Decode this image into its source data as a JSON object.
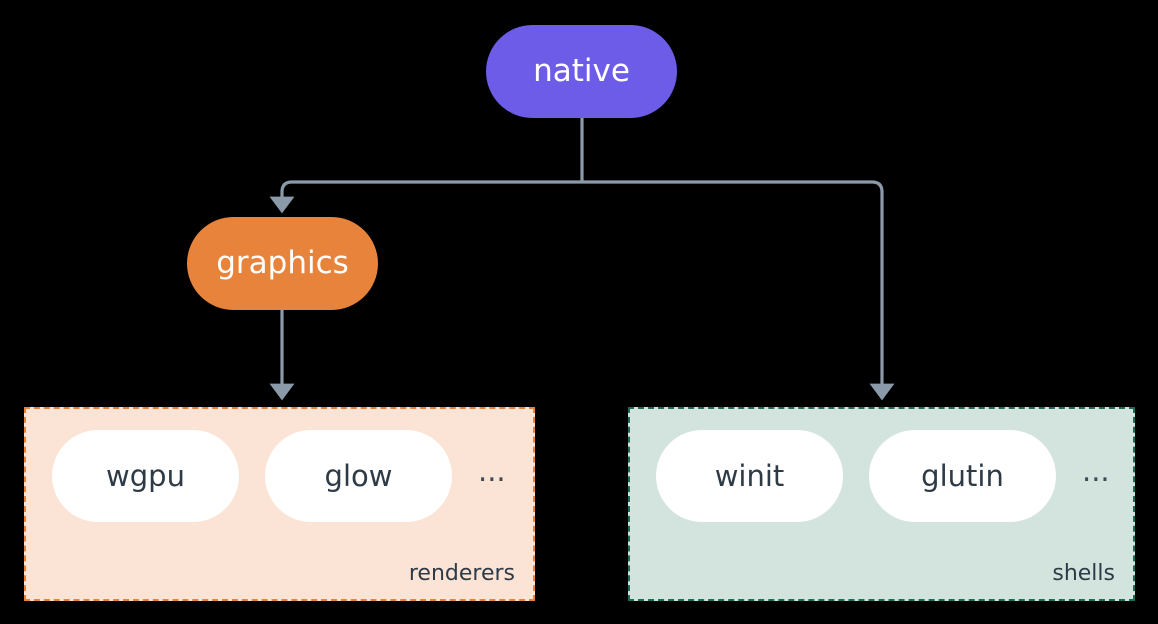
{
  "diagram": {
    "title": "native",
    "type": "flowchart",
    "direction": "top-down",
    "colors": {
      "background": "#000000",
      "native_fill": "#6c5ce7",
      "graphics_fill": "#e8833c",
      "renderers_cluster_fill": "#fbe4d5",
      "renderers_cluster_border": "#e8833c",
      "shells_cluster_fill": "#d3e4de",
      "shells_cluster_border": "#1e6b5a",
      "leaf_fill": "#ffffff",
      "leaf_text": "#2e3b47",
      "node_text": "#ffffff",
      "edge_stroke": "#8a9aa8"
    },
    "nodes": {
      "native": {
        "label": "native"
      },
      "graphics": {
        "label": "graphics"
      }
    },
    "clusters": [
      {
        "id": "renderers",
        "label": "renderers",
        "items": [
          {
            "label": "wgpu"
          },
          {
            "label": "glow"
          }
        ],
        "ellipsis": "..."
      },
      {
        "id": "shells",
        "label": "shells",
        "items": [
          {
            "label": "winit"
          },
          {
            "label": "glutin"
          }
        ],
        "ellipsis": "..."
      }
    ],
    "edges": [
      {
        "from": "native",
        "to": "graphics",
        "arrow": true
      },
      {
        "from": "native",
        "to": "shells",
        "arrow": true
      },
      {
        "from": "graphics",
        "to": "renderers",
        "arrow": true
      }
    ]
  }
}
